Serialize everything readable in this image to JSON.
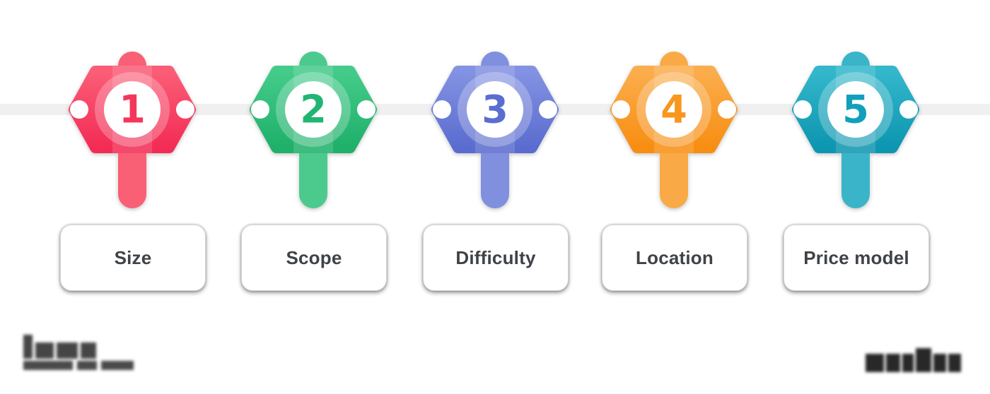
{
  "diagram": {
    "type": "five-step-timeline-infographic",
    "background_color": "#FFFFFF",
    "connector_line_color": "#F0F0F0",
    "connector_dot_color": "#FFFFFF",
    "label_box": {
      "background": "#FFFFFF",
      "text_color": "#3F4347"
    }
  },
  "steps": [
    {
      "number": "1",
      "label": "Size",
      "colors": {
        "light": "#FB5D77",
        "main": "#F9455F",
        "dark": "#F32C55",
        "number": "#F4365A"
      }
    },
    {
      "number": "2",
      "label": "Scope",
      "colors": {
        "light": "#44CB8A",
        "main": "#2FC27C",
        "dark": "#1FB06A",
        "number": "#21B573"
      }
    },
    {
      "number": "3",
      "label": "Difficulty",
      "colors": {
        "light": "#8392E2",
        "main": "#6C7DD9",
        "dark": "#5A6CCF",
        "number": "#5A6ED1"
      }
    },
    {
      "number": "4",
      "label": "Location",
      "colors": {
        "light": "#FBAD4D",
        "main": "#F99D28",
        "dark": "#F78E12",
        "number": "#F8961E"
      }
    },
    {
      "number": "5",
      "label": "Price model",
      "colors": {
        "light": "#33B7CB",
        "main": "#1AA8BF",
        "dark": "#0D96B0",
        "number": "#11A0BA"
      }
    }
  ]
}
